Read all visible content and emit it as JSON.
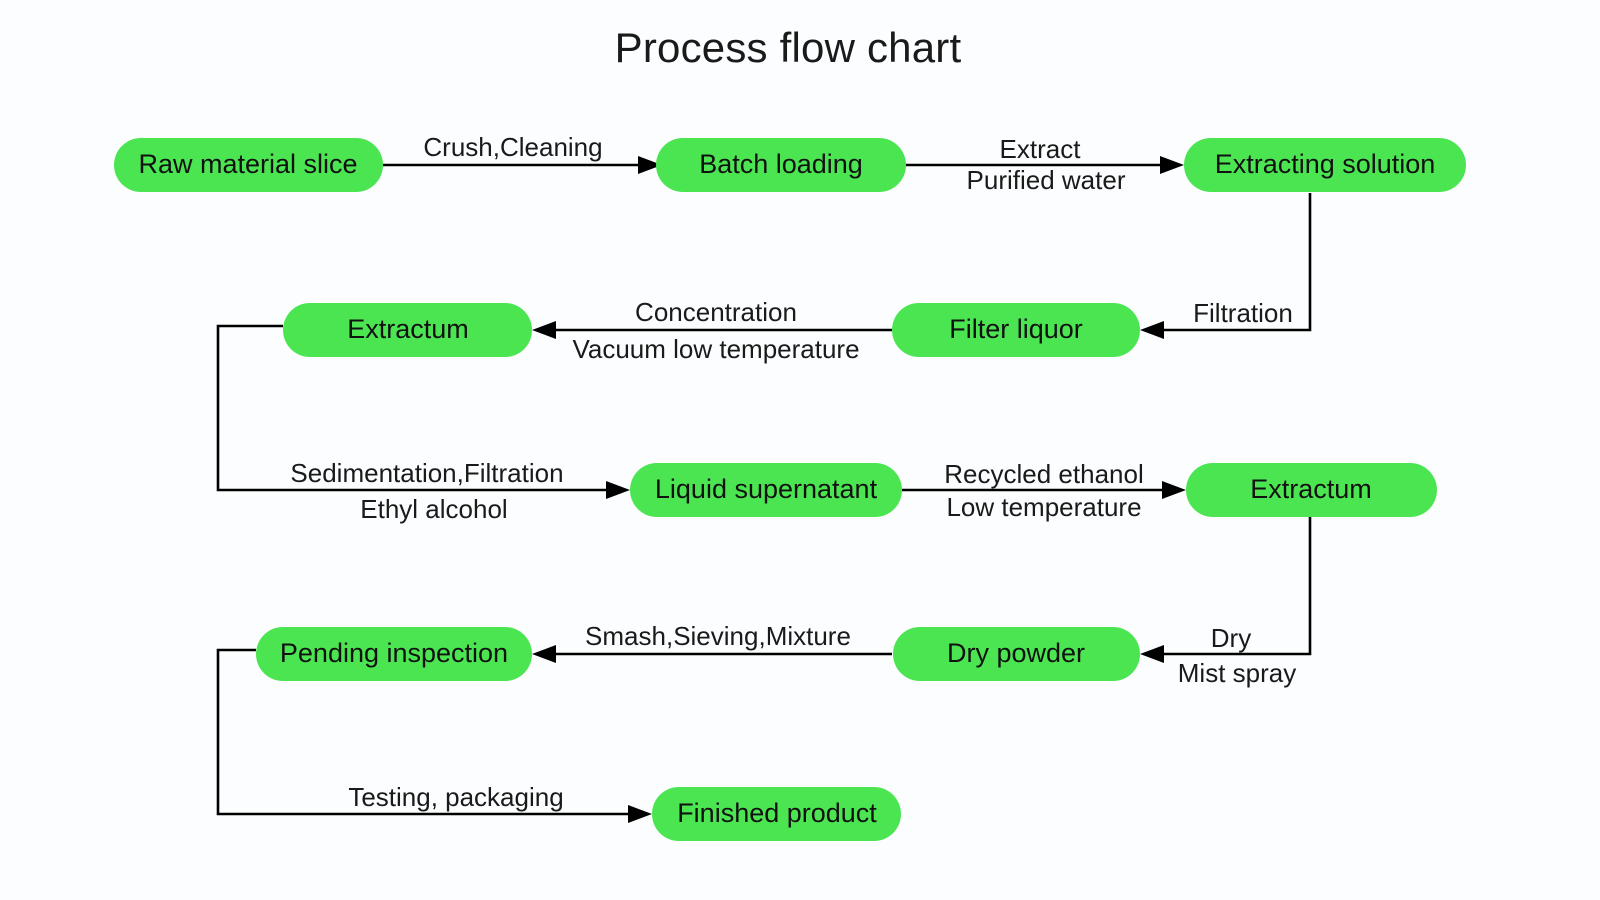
{
  "title": "Process flow chart",
  "colors": {
    "node_fill": "#4ce552",
    "node_text": "#111111",
    "edge_stroke": "#000000",
    "background": "#fbfdfe",
    "title_text": "#1a1a1a"
  },
  "chart_data": {
    "type": "diagram",
    "subtype": "process-flow-chart",
    "title": "Process flow chart",
    "direction": "serpentine (left-to-right, then right-to-left, alternating)",
    "node_shape": "rounded-pill",
    "nodes": [
      {
        "id": "n1",
        "label": "Raw material slice"
      },
      {
        "id": "n2",
        "label": "Batch loading"
      },
      {
        "id": "n3",
        "label": "Extracting solution"
      },
      {
        "id": "n4",
        "label": "Filter liquor"
      },
      {
        "id": "n5",
        "label": "Extractum"
      },
      {
        "id": "n6",
        "label": "Liquid supernatant"
      },
      {
        "id": "n7",
        "label": "Extractum"
      },
      {
        "id": "n8",
        "label": "Dry powder"
      },
      {
        "id": "n9",
        "label": "Pending inspection"
      },
      {
        "id": "n10",
        "label": "Finished product"
      }
    ],
    "edges": [
      {
        "from": "n1",
        "to": "n2",
        "label_top": "Crush,Cleaning",
        "label_bottom": ""
      },
      {
        "from": "n2",
        "to": "n3",
        "label_top": "Extract",
        "label_bottom": "Purified water"
      },
      {
        "from": "n3",
        "to": "n4",
        "label_top": "Filtration",
        "label_bottom": ""
      },
      {
        "from": "n4",
        "to": "n5",
        "label_top": "Concentration",
        "label_bottom": "Vacuum low temperature"
      },
      {
        "from": "n5",
        "to": "n6",
        "label_top": "Sedimentation,Filtration",
        "label_bottom": "Ethyl alcohol"
      },
      {
        "from": "n6",
        "to": "n7",
        "label_top": "Recycled ethanol",
        "label_bottom": "Low temperature"
      },
      {
        "from": "n7",
        "to": "n8",
        "label_top": "Dry",
        "label_bottom": "Mist spray"
      },
      {
        "from": "n8",
        "to": "n9",
        "label_top": "Smash,Sieving,Mixture",
        "label_bottom": ""
      },
      {
        "from": "n9",
        "to": "n10",
        "label_top": "Testing, packaging",
        "label_bottom": ""
      }
    ]
  },
  "nodes": {
    "raw_material_slice": "Raw material slice",
    "batch_loading": "Batch loading",
    "extracting_solution": "Extracting solution",
    "filter_liquor": "Filter liquor",
    "extractum_1": "Extractum",
    "liquid_supernatant": "Liquid supernatant",
    "extractum_2": "Extractum",
    "dry_powder": "Dry powder",
    "pending_inspection": "Pending inspection",
    "finished_product": "Finished product"
  },
  "edge_labels": {
    "crush_cleaning": "Crush,Cleaning",
    "extract": "Extract",
    "purified_water": "Purified water",
    "filtration": "Filtration",
    "concentration": "Concentration",
    "vacuum_low_temperature": "Vacuum low temperature",
    "sedimentation_filtration": "Sedimentation,Filtration",
    "ethyl_alcohol": "Ethyl alcohol",
    "recycled_ethanol": "Recycled ethanol",
    "low_temperature": "Low temperature",
    "dry": "Dry",
    "mist_spray": "Mist spray",
    "smash_sieving_mixture": "Smash,Sieving,Mixture",
    "testing_packaging": "Testing, packaging"
  }
}
